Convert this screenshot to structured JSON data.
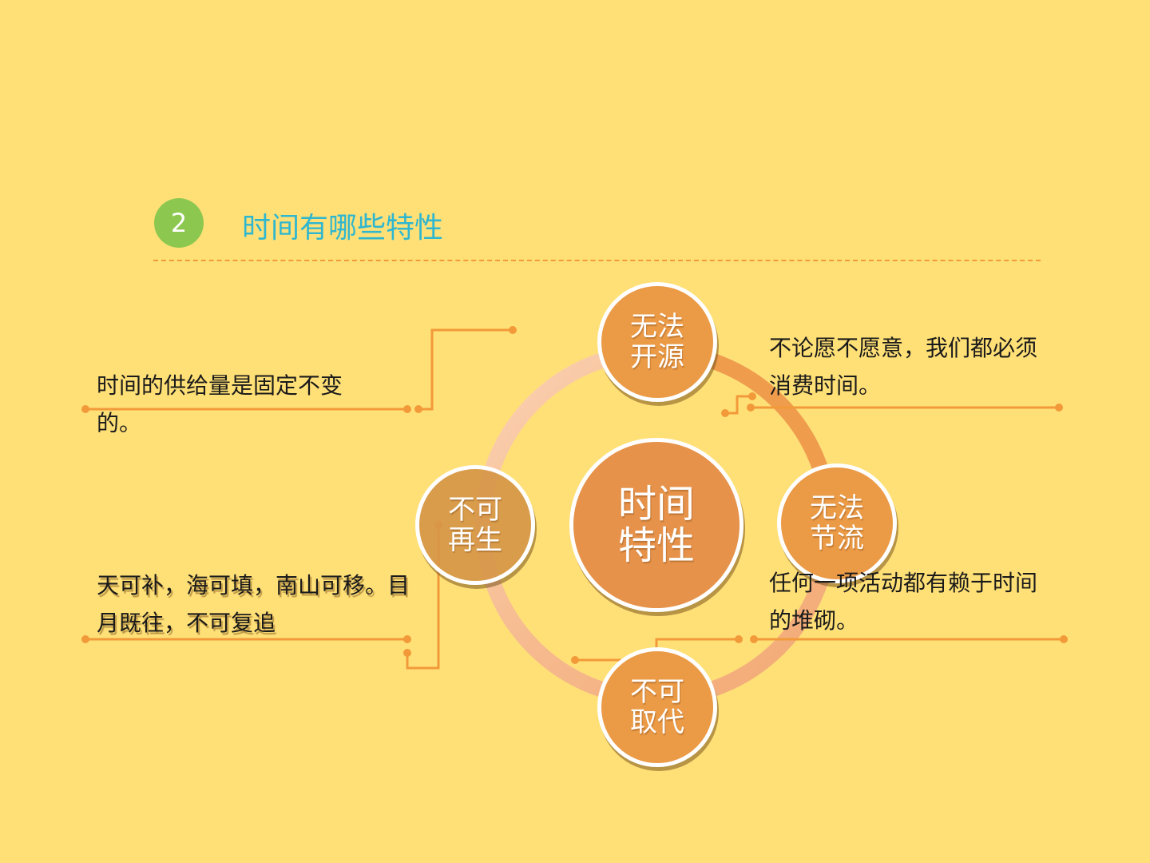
{
  "header": {
    "number": "2",
    "title": "时间有哪些特性"
  },
  "diagram": {
    "center": "时间特性",
    "nodes": {
      "top": "无法开源",
      "right": "无法节流",
      "bottom": "不可取代",
      "left": "不可再生"
    },
    "descriptions": {
      "top_left": "时间的供给量是固定不变的。",
      "bottom_left": "天可补，海可填，南山可移。目月既往，不可复追",
      "top_right": "不论愿不愿意，我们都必须消费时间。",
      "bottom_right": "任何一项活动都有赖于时间的堆砌。"
    }
  },
  "colors": {
    "background": "#ffe077",
    "badge": "#8cc850",
    "title": "#2fb7cf",
    "node_fill": "#eb9a46",
    "connector": "#f29a3a"
  }
}
